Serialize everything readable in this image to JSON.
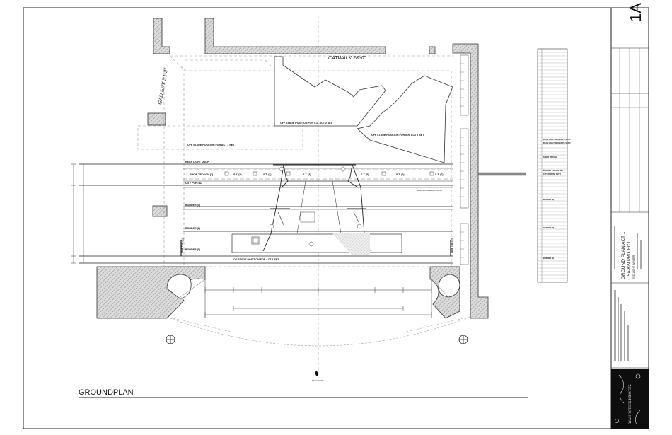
{
  "plan": {
    "catwalk": "CATWALK 28'-0\"",
    "gallery": "GALLERY 3'1-3\"",
    "off_stage_sl": "OFF STAGE POSITION FOR S.L. ACT 2 SET",
    "off_stage_sr": "OFF STAGE POSITION FOR S.R. ACT 2 SET",
    "off_stage_act1": "OFF STAGE POSITION FOR ACT 1 SET",
    "rear_light_drop": "REAR LIGHT DROP",
    "show_trough": "SHOW TROUGH (1)",
    "st2": "S.T. (2)",
    "st3": "S.T. (3)",
    "st4": "S.T. (4)",
    "st5": "S.T. (5)",
    "st6": "S.T. (6)",
    "st7": "S.T. (7)",
    "city_portal": "CITY PORTAL",
    "border3": "BORDER (3)",
    "border2": "BORDER (2)",
    "border1": "BORDER (1)",
    "side_tab_left": "SIDE TAB (1)",
    "side_tab_right": "SIDE TAB (2)",
    "on_stage_act1": "ON STAGE POSITION FOR ACT 1 SET",
    "high_gloss": "HIGH GLOSS BLACK FLOOR",
    "sl_scenery": "SP SCENERY",
    "title": "GROUNDPLAN"
  },
  "title_block": {
    "sheet_no": "1A",
    "drawing_title": "GROUND PLAN ACT 1",
    "project": "USA-829 PROJECT",
    "show": "RED LIGHT WINTER",
    "logo_text": "RYAN PATRICK KRAVETZ"
  },
  "schedule": {
    "rows": [
      "REAR LIGHT DROP/PIPE SET 1",
      "REAR LIGHT DROP/PIPE SET 2",
      "SHOW TROUGH",
      "BORDER PORTAL SET 1",
      "CITY PORTAL SET 2",
      "BORDER (3)",
      "BORDER (2)",
      "BORDER (1)"
    ]
  }
}
